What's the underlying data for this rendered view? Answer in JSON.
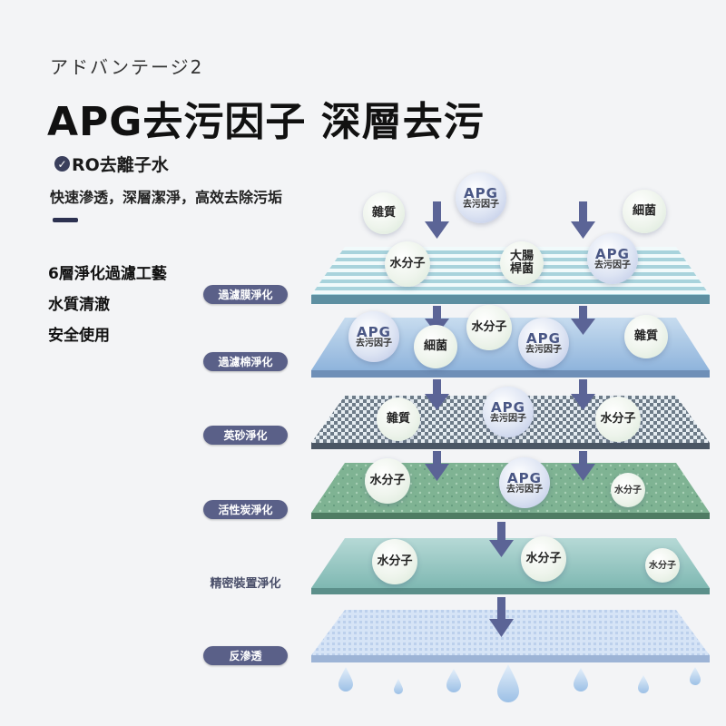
{
  "header": {
    "subtitle_jp": "アドバンテージ2",
    "headline": "APG去污因子 深層去污",
    "feature_title": "RO去離子水",
    "feature_desc": "快速滲透，深層潔淨，高效去除污垢"
  },
  "features": [
    "6層淨化過濾工藝",
    "水質清澈",
    "安全使用"
  ],
  "layers": [
    {
      "label": "過濾膜淨化",
      "style": "pill"
    },
    {
      "label": "過濾棉淨化",
      "style": "pill"
    },
    {
      "label": "英砂淨化",
      "style": "pill"
    },
    {
      "label": "活性炭淨化",
      "style": "pill"
    },
    {
      "label": "精密裝置淨化",
      "style": "plain"
    },
    {
      "label": "反滲透",
      "style": "pill"
    }
  ],
  "bubbles": {
    "apg": "APG",
    "apg_sub": "去污因子",
    "impurity": "雜質",
    "bacteria": "細菌",
    "water": "水分子",
    "ecoli_1": "大腸",
    "ecoli_2": "桿菌"
  },
  "colors": {
    "accent": "#5a6088",
    "arrow": "#5b6496",
    "layer1": "#8fc3d3",
    "layer2": "#9fc3e0",
    "layer3": "#7d8b98",
    "layer4": "#7cb091",
    "layer5": "#8fc2bd",
    "layer6": "#c9daf0"
  }
}
